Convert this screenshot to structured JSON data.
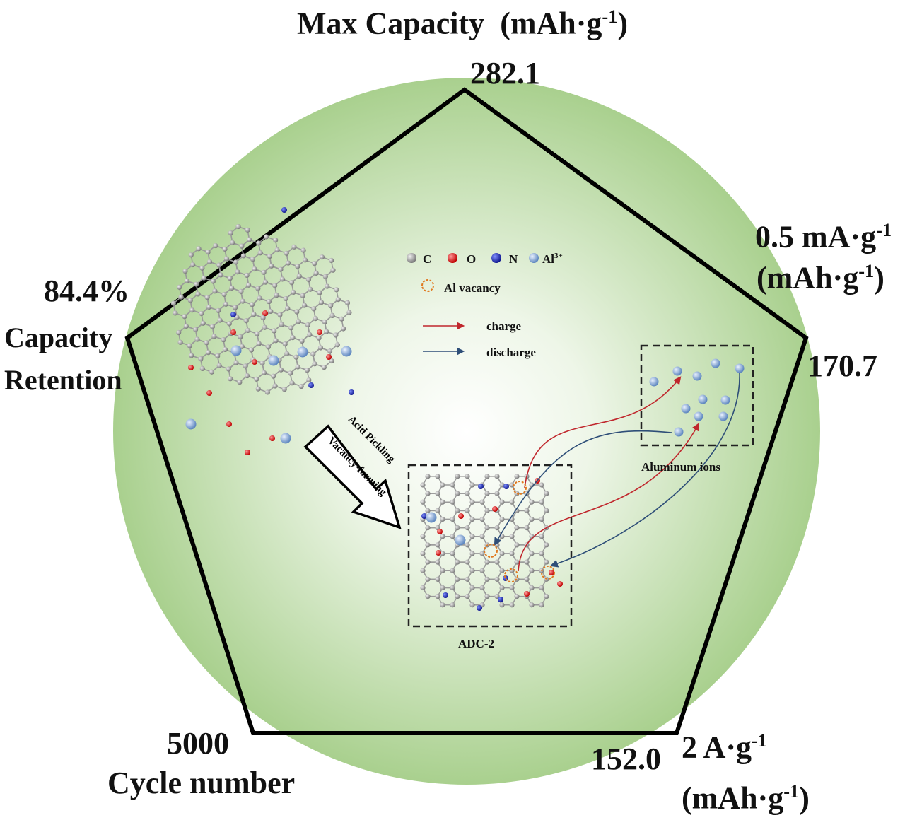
{
  "vertices": {
    "top": {
      "title": "Max Capacity",
      "unit": "(mAh·g",
      "unit_sup": "-1",
      "unit_close": ")",
      "value": "282.1"
    },
    "right": {
      "title_a": "0.5 mA·g",
      "title_sup": "-1",
      "unit": "(mAh·g",
      "unit_sup": "-1",
      "unit_close": ")",
      "value": "170.7"
    },
    "bottom_right": {
      "title_a": "2 A·g",
      "title_sup": "-1",
      "unit": "(mAh·g",
      "unit_sup": "-1",
      "unit_close": ")",
      "value": "152.0"
    },
    "bottom_left": {
      "value": "5000",
      "title": "Cycle number"
    },
    "left": {
      "value": "84.4%",
      "title_line1": "Capacity",
      "title_line2": "Retention"
    }
  },
  "legend": {
    "carbon": "C",
    "oxygen": "O",
    "nitrogen": "N",
    "aluminum": "Al",
    "aluminum_sup": "3+",
    "vacancy": "Al vacancy",
    "charge": "charge",
    "discharge": "discharge"
  },
  "process": {
    "step1": "Acid Pickling",
    "step2": "Vacancy-forming"
  },
  "boxes": {
    "product": "ADC-2",
    "ions": "Aluminum ions"
  },
  "colors": {
    "background_circle": "#a9d08e",
    "pentagon_stroke": "#000000",
    "carbon": "#9a9a9a",
    "oxygen": "#e02020",
    "nitrogen": "#2030c0",
    "aluminum": "#7fa8d8",
    "vacancy": "#e07a20",
    "charge_arrow": "#c0272d",
    "discharge_arrow": "#2e4e78"
  }
}
